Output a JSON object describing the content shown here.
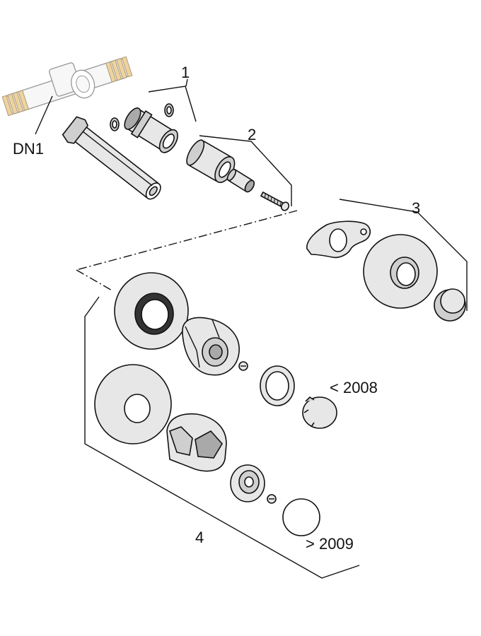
{
  "labels": {
    "dn1": "DN1",
    "group1": "1",
    "group2": "2",
    "group3": "3",
    "group4": "4",
    "before2008": "< 2008",
    "after2009": "> 2009"
  }
}
